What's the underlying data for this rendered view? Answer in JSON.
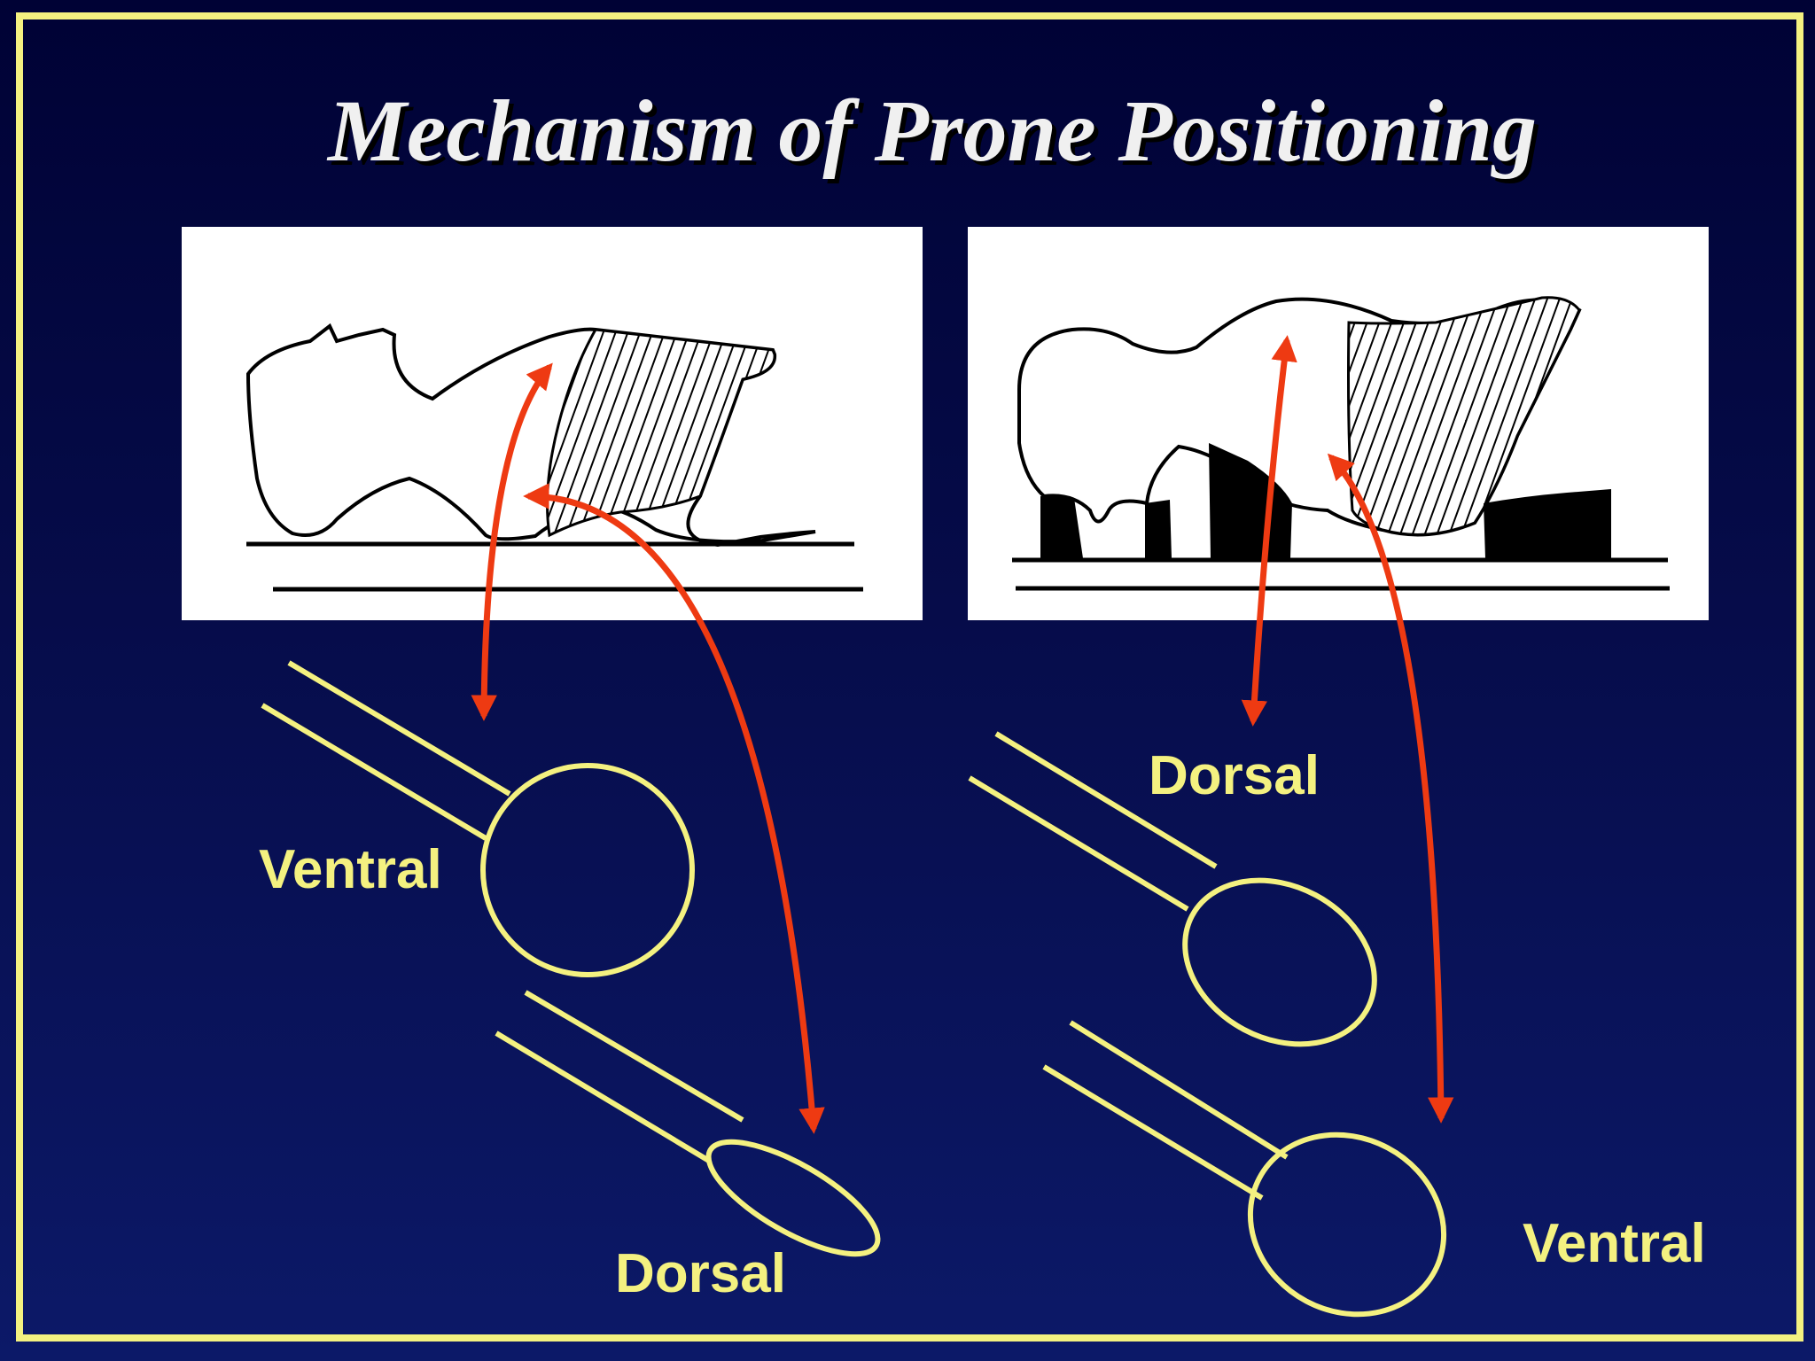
{
  "slide": {
    "title": "Mechanism of Prone Positioning",
    "colors": {
      "background": "#000235",
      "border": "#f4f180",
      "title_text": "#f0f0f0",
      "airway_outline": "#f4f180",
      "arrow": "#ee3a12",
      "panel": "#ffffff",
      "drawing_ink": "#000000"
    }
  },
  "left_panel": {
    "icon": "supine-body-illustration",
    "labels": {
      "upper": "Ventral",
      "lower": "Dorsal"
    }
  },
  "right_panel": {
    "icon": "prone-body-illustration",
    "labels": {
      "upper": "Dorsal",
      "lower": "Ventral"
    }
  }
}
